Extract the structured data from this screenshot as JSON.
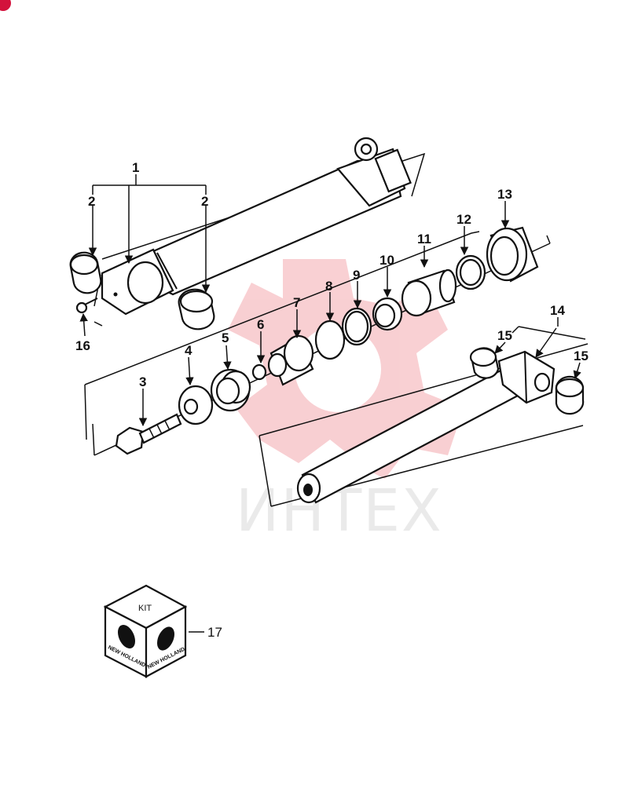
{
  "callouts": {
    "c1": "1",
    "c2a": "2",
    "c2b": "2",
    "c3": "3",
    "c4": "4",
    "c5": "5",
    "c6": "6",
    "c7": "7",
    "c8": "8",
    "c9": "9",
    "c10": "10",
    "c11": "11",
    "c12": "12",
    "c13": "13",
    "c14": "14",
    "c15a": "15",
    "c15b": "15",
    "c16": "16",
    "c17": "17"
  },
  "kit": {
    "label": "KIT",
    "brand_left": "NEW HOLLAND",
    "brand_right": "NEW HOLLAND"
  },
  "watermark": {
    "text": "ИНТЕХ",
    "color": "#f4a9ae"
  },
  "colors": {
    "line": "#111111",
    "badge": "#d3123c"
  }
}
